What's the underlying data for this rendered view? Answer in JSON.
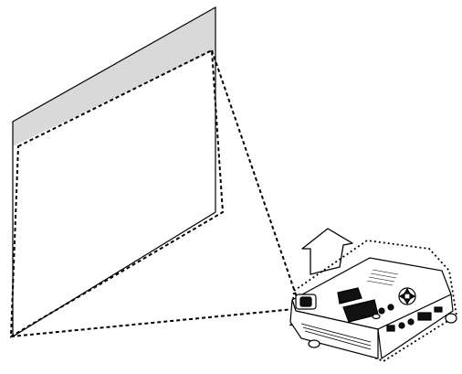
{
  "diagram": {
    "colors": {
      "background": "#ffffff",
      "screen_band": "#d9d9d9",
      "line": "#000000",
      "projector_body": "#ffffff",
      "projector_dark": "#111111"
    },
    "elements": {
      "screen": "projection-screen",
      "projected_area": "dotted-projection-outline",
      "projector": "projector",
      "arrow": "up-arrow-icon"
    }
  }
}
